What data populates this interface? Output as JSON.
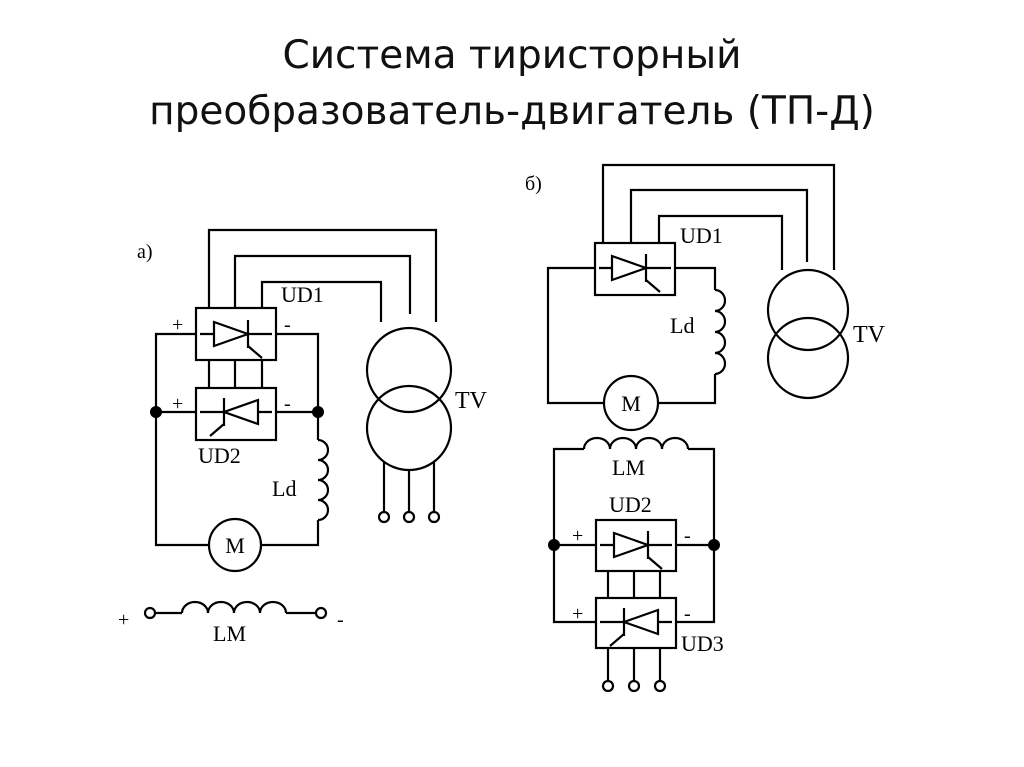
{
  "title": {
    "line1": "Система тиристорный",
    "line2": "преобразователь-двигатель (ТП-Д)"
  },
  "diagram_a": {
    "label": "а)",
    "ud1": "UD1",
    "ud2": "UD2",
    "ld": "Ld",
    "motor": "M",
    "tv": "TV",
    "lm": "LM",
    "plus": "+",
    "minus": "-"
  },
  "diagram_b": {
    "label": "б)",
    "ud1": "UD1",
    "ud2": "UD2",
    "ud3": "UD3",
    "ld": "Ld",
    "motor": "M",
    "tv": "TV",
    "lm": "LM",
    "plus": "+",
    "minus": "-"
  }
}
